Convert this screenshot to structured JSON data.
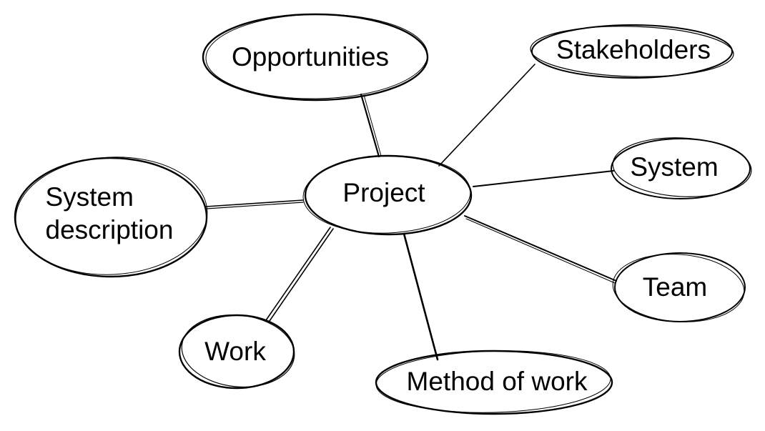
{
  "diagram": {
    "type": "mind-map",
    "stroke_color": "#000000",
    "background": "#ffffff",
    "center": {
      "id": "project",
      "label": "Project"
    },
    "nodes": [
      {
        "id": "project",
        "label": "Project",
        "lines": [
          "Project"
        ]
      },
      {
        "id": "opportunities",
        "label": "Opportunities",
        "lines": [
          "Opportunities"
        ]
      },
      {
        "id": "stakeholders",
        "label": "Stakeholders",
        "lines": [
          "Stakeholders"
        ]
      },
      {
        "id": "system",
        "label": "System",
        "lines": [
          "System"
        ]
      },
      {
        "id": "team",
        "label": "Team",
        "lines": [
          "Team"
        ]
      },
      {
        "id": "method-of-work",
        "label": "Method of work",
        "lines": [
          "Method of work"
        ]
      },
      {
        "id": "work",
        "label": "Work",
        "lines": [
          "Work"
        ]
      },
      {
        "id": "system-description",
        "label": "System description",
        "lines": [
          "System",
          "description"
        ]
      }
    ],
    "edges": [
      {
        "from": "project",
        "to": "opportunities"
      },
      {
        "from": "project",
        "to": "stakeholders"
      },
      {
        "from": "project",
        "to": "system"
      },
      {
        "from": "project",
        "to": "team"
      },
      {
        "from": "project",
        "to": "method-of-work"
      },
      {
        "from": "project",
        "to": "work"
      },
      {
        "from": "project",
        "to": "system-description"
      }
    ]
  }
}
